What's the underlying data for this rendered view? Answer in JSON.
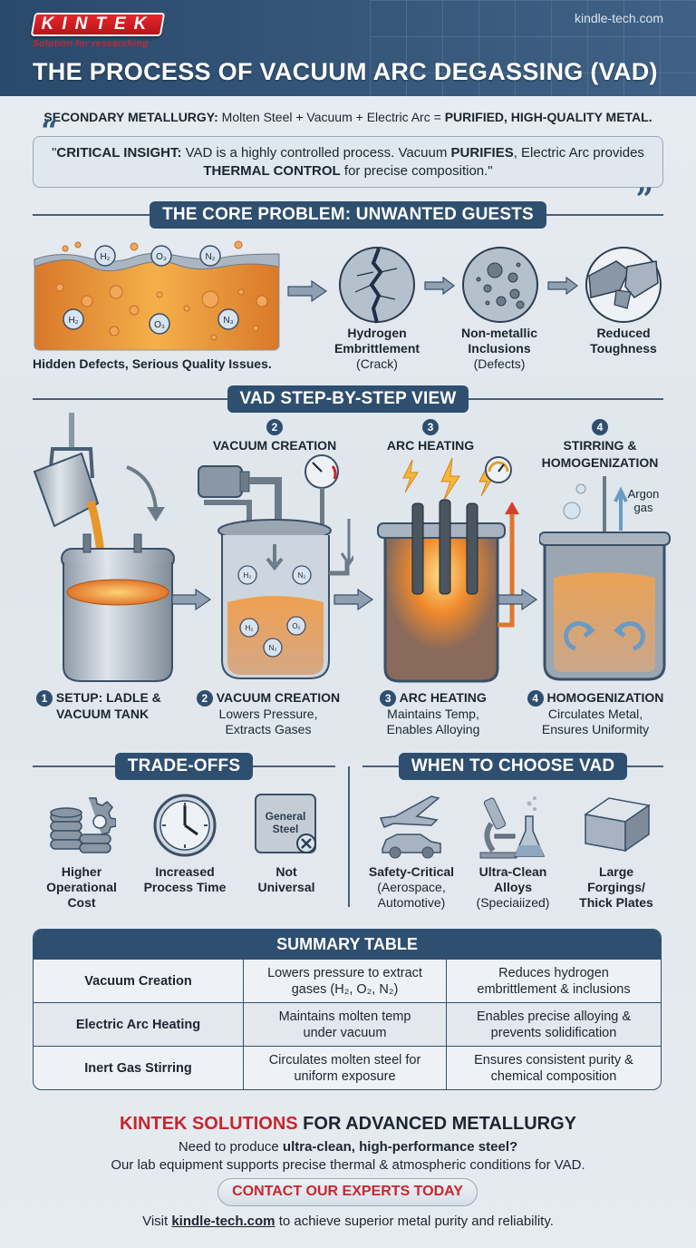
{
  "header": {
    "logo_text": "KINTEK",
    "logo_tagline": "Solution for researching",
    "website": "kindle-tech.com",
    "title": "THE PROCESS OF VACUUM ARC DEGASSING (VAD)"
  },
  "intro": {
    "subtitle_bold_1": "SECONDARY METALLURGY:",
    "subtitle_text": " Molten Steel + Vacuum + Electric Arc = ",
    "subtitle_bold_2": "PURIFIED, HIGH-QUALITY METAL.",
    "quote_open": "“",
    "quote_close": "”",
    "quote_parts": [
      "\"",
      "CRITICAL INSIGHT:",
      " VAD is a highly controlled process. Vacuum ",
      "PURIFIES",
      ", Electric Arc provides ",
      "THERMAL CONTROL",
      " for precise composition.\""
    ]
  },
  "core_problem": {
    "heading": "THE CORE PROBLEM: UNWANTED GUESTS",
    "gas_labels_surface": [
      "H₂",
      "O₃",
      "N₂"
    ],
    "gas_labels_inner": [
      "H₂",
      "O₃",
      "N₃"
    ],
    "caption": "Hidden Defects, Serious Quality Issues.",
    "effects": [
      {
        "title_1": "Hydrogen",
        "title_2": "Embrittlement",
        "sub": "(Crack)",
        "icon": "crack-icon"
      },
      {
        "title_1": "Non-metallic",
        "title_2": "Inclusions",
        "sub": "(Defects)",
        "icon": "inclusions-icon"
      },
      {
        "title_1": "Reduced",
        "title_2": "Toughness",
        "sub": "",
        "icon": "broken-bar-icon"
      }
    ]
  },
  "steps": {
    "heading": "VAD STEP-BY-STEP VIEW",
    "top_labels": [
      {
        "num": "2",
        "label": "VACUUM CREATION"
      },
      {
        "num": "3",
        "label": "ARC HEATING"
      },
      {
        "num": "4",
        "label_1": "STIRRING &",
        "label_2": "HOMOGENIZATION"
      }
    ],
    "argon_label_1": "Argon",
    "argon_label_2": "gas",
    "gas_bubbles_top": [
      "H₂",
      "N₂"
    ],
    "gas_bubbles_bottom": [
      "H₂",
      "O₂",
      "N₂"
    ],
    "captions": [
      {
        "num": "1",
        "title_1": "SETUP: LADLE &",
        "title_2": "VACUUM TANK",
        "desc_1": "",
        "desc_2": ""
      },
      {
        "num": "2",
        "title_1": "VACUUM CREATION",
        "title_2": "",
        "desc_1": "Lowers Pressure,",
        "desc_2": "Extracts Gases"
      },
      {
        "num": "3",
        "title_1": "ARC HEATING",
        "title_2": "",
        "desc_1": "Maintains Temp,",
        "desc_2": "Enables Alloying"
      },
      {
        "num": "4",
        "title_1": "HOMOGENIZATION",
        "title_2": "",
        "desc_1": "Circulates Metal,",
        "desc_2": "Ensures Uniformity"
      }
    ]
  },
  "tradeoffs": {
    "heading": "TRADE-OFFS",
    "items": [
      {
        "l1": "Higher",
        "l2": "Operational",
        "l3": "Cost",
        "icon": "coins-gear-icon"
      },
      {
        "l1": "Increased",
        "l2": "Process Time",
        "l3": "",
        "icon": "clock-icon"
      },
      {
        "l1": "Not",
        "l2": "Universal",
        "l3": "",
        "icon": "steel-plate-x-icon"
      }
    ],
    "plate_text_1": "General",
    "plate_text_2": "Steel"
  },
  "when_to_choose": {
    "heading": "WHEN TO CHOOSE VAD",
    "items": [
      {
        "l1": "Safety-Critical",
        "l2": "(Aerospace,",
        "l3": "Automotive)",
        "icon": "plane-car-icon"
      },
      {
        "l1": "Ultra-Clean",
        "l2": "Alloys",
        "l3": "(Speciaiized)",
        "icon": "microscope-flask-icon"
      },
      {
        "l1": "Large",
        "l2": "Forgings/",
        "l3": "Thick Plates",
        "icon": "steel-block-icon"
      }
    ]
  },
  "summary_table": {
    "heading": "SUMMARY TABLE",
    "rows": [
      {
        "c1": "Vacuum Creation",
        "c2_1": "Lowers pressure to extract",
        "c2_2": "gases (H₂, O₂, N₂)",
        "c3_1": "Reduces hydrogen",
        "c3_2": "embrittlement & inclusions"
      },
      {
        "c1": "Electric Arc Heating",
        "c2_1": "Maintains molten temp",
        "c2_2": "under vacuum",
        "c3_1": "Enables precise alloying &",
        "c3_2": "prevents solidification"
      },
      {
        "c1": "Inert Gas Stirring",
        "c2_1": "Circulates molten steel for",
        "c2_2": "uniform exposure",
        "c3_1": "Ensures consistent purity &",
        "c3_2": "chemical composition"
      }
    ]
  },
  "cta": {
    "title_red": "KINTEK SOLUTIONS",
    "title_rest": " FOR ADVANCED METALLURGY",
    "line1_pre": "Need to produce ",
    "line1_bold": "ultra-clean, high-performance steel?",
    "line2": "Our lab equipment supports precise thermal & atmospheric conditions for VAD.",
    "button": "CONTACT OUR EXPERTS TODAY",
    "line3_pre": "Visit ",
    "line3_link": "kindle-tech.com",
    "line3_post": " to achieve superior metal purity and reliability."
  },
  "colors": {
    "header_bg": "#2f4f70",
    "brand_red": "#c8262e",
    "molten_orange": "#e8862a",
    "steel_gray": "#8a97a5",
    "page_bg": "#e3e9ef"
  }
}
